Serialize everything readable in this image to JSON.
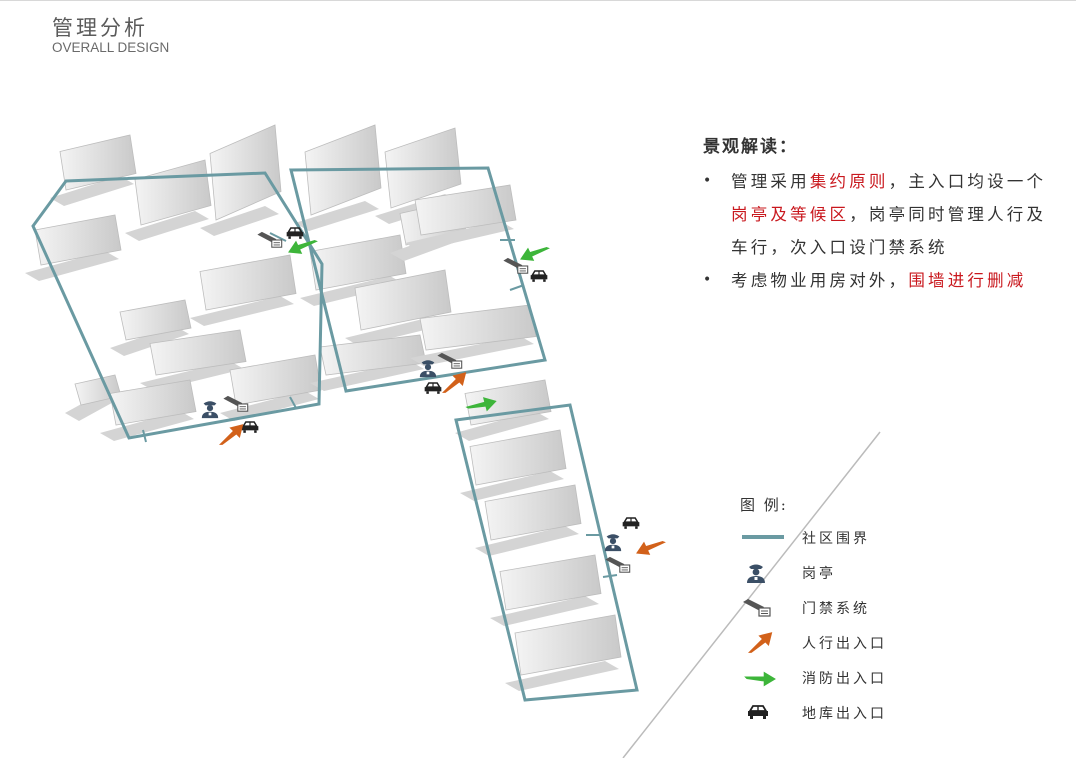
{
  "header": {
    "title_cn": "管理分析",
    "title_en": "OVERALL DESIGN"
  },
  "notes": {
    "title": "景观解读：",
    "item1": {
      "bullet": "•",
      "p1": "管理采用",
      "h1": "集约原则",
      "p2": "，主入口均设一个",
      "h2": "岗亭及等候区",
      "p3": "，岗亭同时管理人行及车行，次入口设门禁系统"
    },
    "item2": {
      "bullet": "•",
      "p1": "考虑物业用房对外，",
      "h1": "围墙进行删减"
    }
  },
  "legend": {
    "title": "图 例:",
    "items": [
      {
        "label": "社区围界",
        "symbol": "boundary-line"
      },
      {
        "label": "岗亭",
        "symbol": "guard-icon"
      },
      {
        "label": "门禁系统",
        "symbol": "access-control-icon"
      },
      {
        "label": "人行出入口",
        "symbol": "pedestrian-arrow-icon"
      },
      {
        "label": "消防出入口",
        "symbol": "fire-arrow-icon"
      },
      {
        "label": "地库出入口",
        "symbol": "car-icon"
      }
    ]
  },
  "colors": {
    "boundary": "#6a9aa2",
    "pedestrian": "#d2611a",
    "fire": "#3db53a",
    "guard": "#3b4f66",
    "highlight": "#c9181e",
    "building": "#e2e2e2"
  }
}
